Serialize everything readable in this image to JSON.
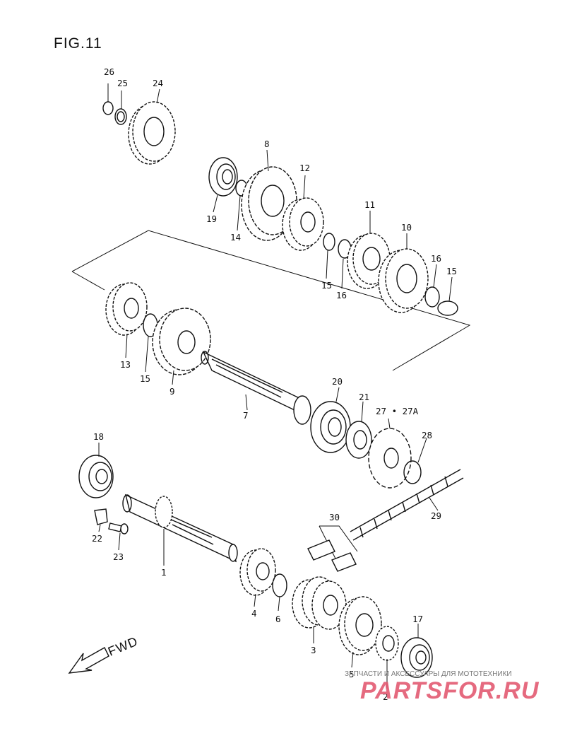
{
  "figure": {
    "title": "FIG.11",
    "fwd_label": "FWD"
  },
  "callouts": [
    "26",
    "25",
    "24",
    "8",
    "12",
    "19",
    "14",
    "11",
    "10",
    "16",
    "15",
    "15",
    "16",
    "13",
    "15",
    "9",
    "7",
    "20",
    "21",
    "27 • 27A",
    "28",
    "18",
    "29",
    "30",
    "22",
    "23",
    "1",
    "4",
    "6",
    "3",
    "17",
    "5",
    "2"
  ],
  "watermark": {
    "tagline": "ЗАПЧАСТИ И АКСЕССУАРЫ ДЛЯ МОТОТЕХНИКИ",
    "brand": "PARTSFOR.RU"
  },
  "colors": {
    "ink": "#111111",
    "watermark_brand": "#e35a72",
    "watermark_tagline": "#777777",
    "background": "#ffffff"
  }
}
